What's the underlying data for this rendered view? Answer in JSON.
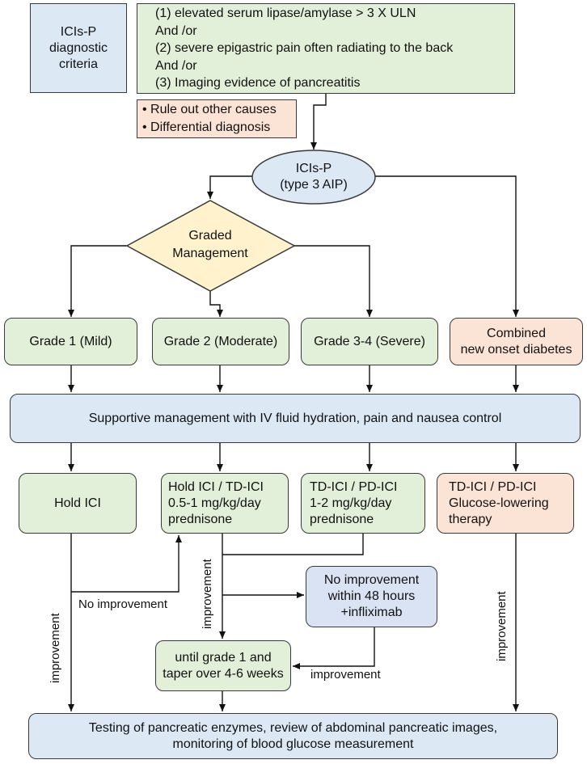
{
  "criteria_label": "ICIs-P\ndiagnostic\ncriteria",
  "criteria_text": "(1) elevated serum lipase/amylase > 3 X ULN\nAnd /or\n(2) severe epigastric pain often radiating to the back\nAnd /or\n(3) Imaging evidence of pancreatitis",
  "rule_out": [
    "Rule out other causes",
    "Differential diagnosis"
  ],
  "icis_p": "ICIs-P\n(type 3 AIP)",
  "graded_management": "Graded\nManagement",
  "grades": {
    "g1": "Grade 1 (Mild)",
    "g2": "Grade 2 (Moderate)",
    "g34": "Grade 3-4 (Severe)",
    "diabetes": "Combined\nnew onset diabetes"
  },
  "supportive": "Supportive management with IV fluid hydration, pain and nausea control",
  "treatments": {
    "hold": "Hold ICI",
    "g2": "Hold ICI / TD-ICI\n0.5-1 mg/kg/day\nprednisone",
    "g34": "TD-ICI / PD-ICI\n1-2 mg/kg/day\nprednisone",
    "diabetes": "TD-ICI / PD-ICI\nGlucose-lowering\ntherapy"
  },
  "no_improvement_48": "No improvement\nwithin 48 hours\n+infliximab",
  "until_grade1": "until grade 1 and\ntaper over 4-6 weeks",
  "testing": "Testing of pancreatic enzymes, review of abdominal pancreatic images,\nmonitoring of blood glucose measurement",
  "labels": {
    "no_improvement": "No improvement",
    "improvement": "improvement"
  }
}
